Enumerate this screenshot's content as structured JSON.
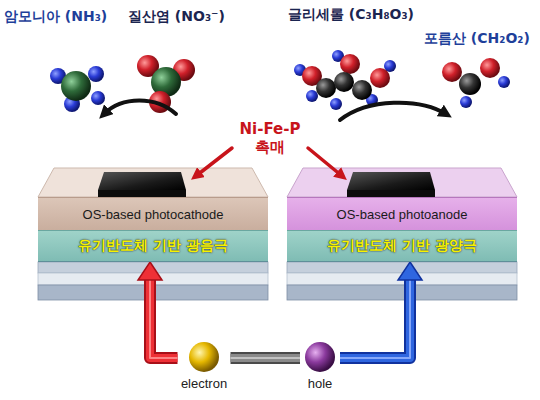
{
  "diagram": {
    "nodes": [
      {
        "text": [
          "OS-based photocathode"
        ]
      },
      {
        "text": [
          "유기반도체 기반 광음극"
        ]
      },
      {
        "text": [
          "OS-based photoanode"
        ]
      },
      {
        "text": [
          "유기반도체 기반 광양극"
        ]
      },
      {
        "text": [
          "electron"
        ]
      },
      {
        "text": [
          "hole"
        ]
      }
    ],
    "edges": [
      {
        "from": 4,
        "to": 1,
        "arrow": "to"
      },
      {
        "from": 5,
        "to": 3,
        "arrow": "to"
      },
      {
        "from": 4,
        "to": 5,
        "arrow": "none"
      }
    ],
    "labels": [
      "암모니아 (NH₃)",
      "질산염 (NO₃⁻)",
      "글리세롤 (C₃H₈O₃)",
      "포름산 (CH₂O₂)",
      "Ni-Fe-P 촉매"
    ]
  }
}
